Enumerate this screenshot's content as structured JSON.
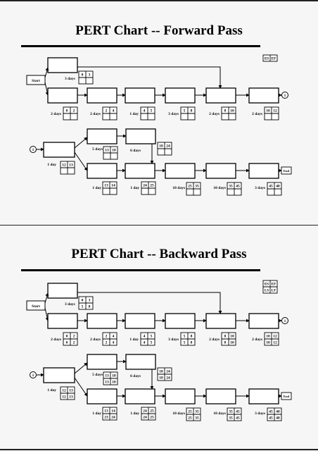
{
  "slides": [
    {
      "id": "forward",
      "title": "PERT Chart -- Forward Pass",
      "legend": [
        "ES",
        "EF"
      ],
      "top_row": {
        "start_label": "Start",
        "connector_label": "1",
        "a": {
          "duration": "3 days",
          "cells": [
            "0",
            "3"
          ]
        },
        "chain": [
          {
            "duration": "2 days",
            "cells": [
              "0",
              "2"
            ]
          },
          {
            "duration": "2 days",
            "cells": [
              "2",
              "4"
            ]
          },
          {
            "duration": "1 day",
            "cells": [
              "4",
              "5"
            ]
          },
          {
            "duration": "3 days",
            "cells": [
              "5",
              "8"
            ]
          },
          {
            "duration": "2 days",
            "cells": [
              "8",
              "10"
            ]
          },
          {
            "duration": "2 days",
            "cells": [
              "10",
              "12"
            ]
          }
        ]
      },
      "bottom_row": {
        "connector_label": "1",
        "end_label": "End",
        "first": {
          "duration": "1 day",
          "cells": [
            "12",
            "13"
          ]
        },
        "upper": [
          {
            "duration": "5 days",
            "cells": [
              "13",
              "18"
            ]
          },
          {
            "duration": "6 days",
            "cells": [
              "18",
              "24"
            ]
          }
        ],
        "chain": [
          {
            "duration": "1 day",
            "cells": [
              "13",
              "14"
            ]
          },
          {
            "duration": "1 day",
            "cells": [
              "24",
              "25"
            ]
          },
          {
            "duration": "10 days",
            "cells": [
              "25",
              "35"
            ]
          },
          {
            "duration": "10 days",
            "cells": [
              "35",
              "45"
            ]
          },
          {
            "duration": "3 days",
            "cells": [
              "45",
              "48"
            ]
          }
        ]
      }
    },
    {
      "id": "backward",
      "title": "PERT Chart -- Backward Pass",
      "legend": [
        "ES",
        "EF",
        "LS",
        "LF"
      ],
      "top_row": {
        "start_label": "Start",
        "connector_label": "1",
        "a": {
          "duration": "3 days",
          "cells": [
            "0",
            "3",
            "5",
            "8"
          ]
        },
        "chain": [
          {
            "duration": "2 days",
            "cells": [
              "0",
              "2",
              "0",
              "2"
            ]
          },
          {
            "duration": "2 days",
            "cells": [
              "2",
              "4",
              "2",
              "4"
            ]
          },
          {
            "duration": "1 day",
            "cells": [
              "4",
              "5",
              "4",
              "5"
            ]
          },
          {
            "duration": "3 days",
            "cells": [
              "5",
              "8",
              "5",
              "8"
            ]
          },
          {
            "duration": "2 days",
            "cells": [
              "8",
              "10",
              "8",
              "10"
            ]
          },
          {
            "duration": "2 days",
            "cells": [
              "10",
              "12",
              "10",
              "12"
            ]
          }
        ]
      },
      "bottom_row": {
        "connector_label": "1",
        "end_label": "End",
        "first": {
          "duration": "1 day",
          "cells": [
            "12",
            "13",
            "12",
            "13"
          ]
        },
        "upper": [
          {
            "duration": "5 days",
            "cells": [
              "13",
              "18",
              "13",
              "18"
            ]
          },
          {
            "duration": "6 days",
            "cells": [
              "18",
              "24",
              "18",
              "24"
            ]
          }
        ],
        "chain": [
          {
            "duration": "1 day",
            "cells": [
              "13",
              "14",
              "23",
              "24"
            ]
          },
          {
            "duration": "1 day",
            "cells": [
              "24",
              "25",
              "24",
              "25"
            ]
          },
          {
            "duration": "10 days",
            "cells": [
              "25",
              "35",
              "25",
              "35"
            ]
          },
          {
            "duration": "10 days",
            "cells": [
              "35",
              "45",
              "35",
              "45"
            ]
          },
          {
            "duration": "3 days",
            "cells": [
              "45",
              "48",
              "45",
              "48"
            ]
          }
        ]
      }
    }
  ]
}
